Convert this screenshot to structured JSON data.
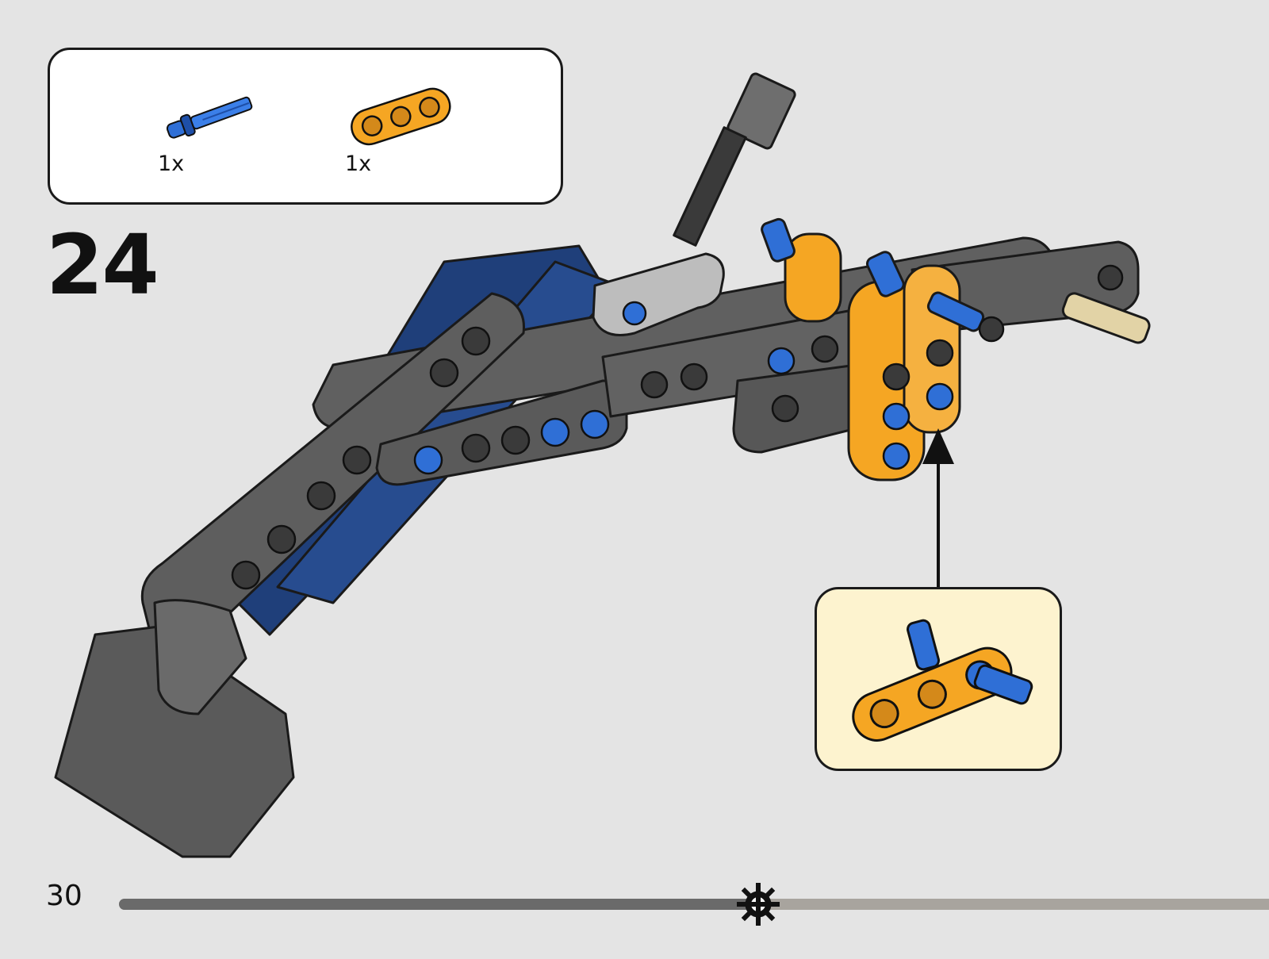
{
  "step": {
    "number": "24"
  },
  "parts": [
    {
      "name": "blue-pin-with-axle",
      "quantity": "1x",
      "color": "#2f6fd6"
    },
    {
      "name": "orange-beam-3",
      "quantity": "1x",
      "color": "#f5a623"
    }
  ],
  "page": {
    "number": "30"
  },
  "progress": {
    "fraction": 0.56,
    "marker_icon": "gear-icon"
  },
  "colors": {
    "dark_grey": "#5c5c5c",
    "navy": "#1f3f7a",
    "orange": "#f5a623",
    "blue": "#2f6fd6",
    "callout_bg": "#fdf3cf"
  }
}
